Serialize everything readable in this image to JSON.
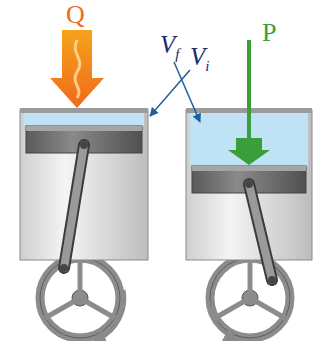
{
  "diagram": {
    "labels": [
      "Q",
      "Vi",
      "Vf",
      "P"
    ]
  }
}
